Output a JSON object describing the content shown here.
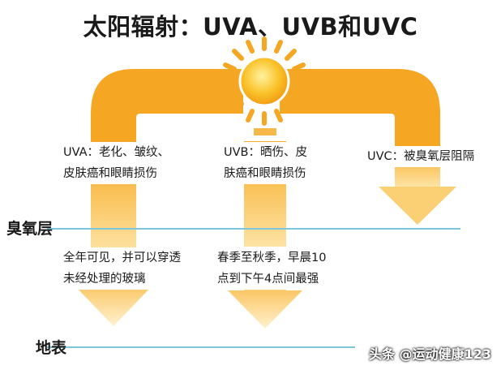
{
  "title": "太阳辐射：UVA、UVB和UVC",
  "layers": {
    "ozone": "臭氧层",
    "ground": "地表"
  },
  "rays": {
    "uva": {
      "effect_line1": "UVA：老化、皱纹、",
      "effect_line2": "皮肤癌和眼睛损伤",
      "reach_line1": "全年可见，并可以穿透",
      "reach_line2": "未经处理的玻璃"
    },
    "uvb": {
      "effect_line1": "UVB：晒伤、皮",
      "effect_line2": "肤癌和眼睛损伤",
      "reach_line1": "春季至秋季，早晨10",
      "reach_line2": "点到下午4点间最强"
    },
    "uvc": {
      "effect_line1": "UVC：被臭氧层阻隔"
    }
  },
  "watermark": "头条 @运动健康123",
  "colors": {
    "arrow_orange": "#f5a623",
    "arrow_light": "#fde7b0",
    "sun_core": "#f7b21a",
    "line_blue": "#7ec6dc"
  },
  "icons": [
    "sun-icon"
  ]
}
